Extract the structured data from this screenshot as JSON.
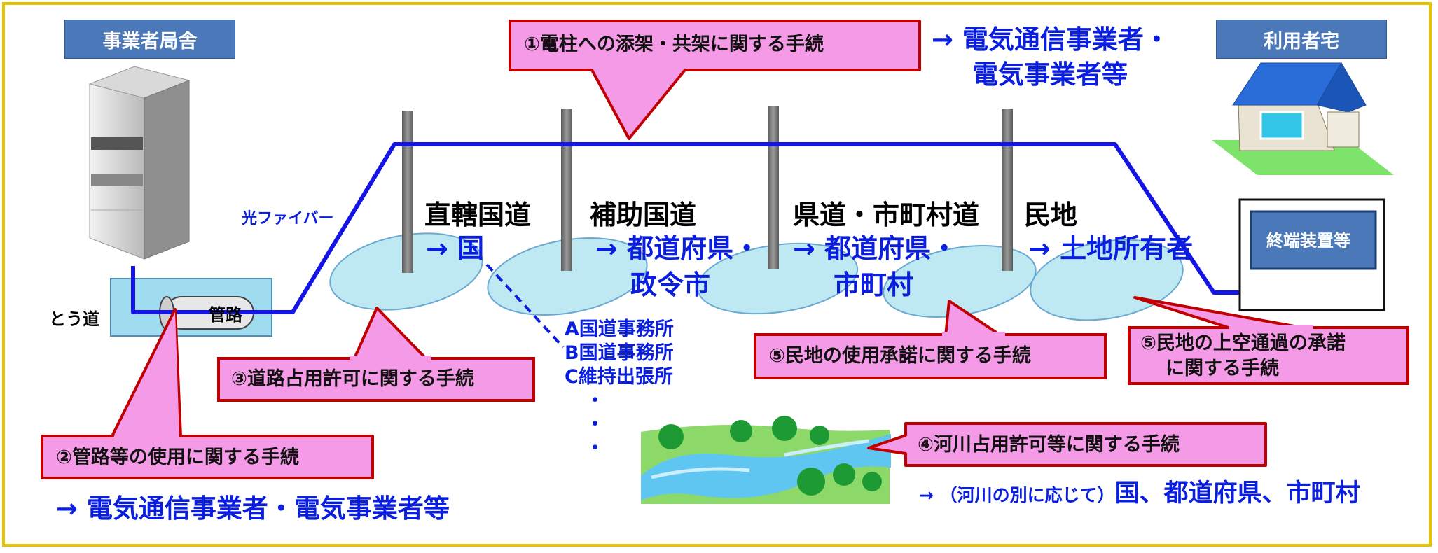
{
  "headers": {
    "operator_building": "事業者局舎",
    "user_home": "利用者宅"
  },
  "labels": {
    "tunnel": "とう道",
    "conduit": "管路",
    "fiber": "光ファイバー",
    "terminal": "終端装置等"
  },
  "road_sections": [
    {
      "name": "直轄国道",
      "authority": "→ 国"
    },
    {
      "name": "補助国道",
      "authority_line1": "→ 都道府県・",
      "authority_line2": "政令市"
    },
    {
      "name": "県道・市町村道",
      "authority_line1": "→ 都道府県・",
      "authority_line2": "市町村"
    },
    {
      "name": "民地",
      "authority": "→ 土地所有者"
    }
  ],
  "offices": [
    "A国道事務所",
    "B国道事務所",
    "C維持出張所",
    "・",
    "・",
    "・"
  ],
  "callouts": {
    "c1": "①電柱への添架・共架に関する手続",
    "c1_target_line1": "→ 電気通信事業者・",
    "c1_target_line2": "電気事業者等",
    "c2": "②管路等の使用に関する手続",
    "c2_target": "→ 電気通信事業者・電気事業者等",
    "c3": "③道路占用許可に関する手続",
    "c4": "④河川占用許可等に関する手続",
    "c4_target_prefix": "→ （河川の別に応じて）",
    "c4_target_main": "国、都道府県、市町村",
    "c5a": "⑤民地の使用承諾に関する手続",
    "c5b_line1": "⑤民地の上空通過の承諾",
    "c5b_line2": "に関する手続"
  },
  "colors": {
    "header_bg": "#4a78b8",
    "fiber_line": "#1414e6",
    "callout_fill": "#f59ae6",
    "callout_border": "#c00000",
    "frame": "#e8c400",
    "authority_text": "#0a1ee0"
  }
}
